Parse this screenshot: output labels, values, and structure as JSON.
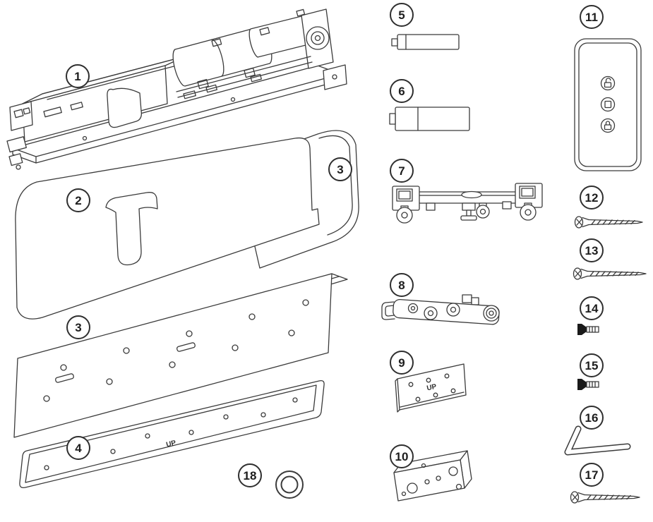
{
  "figure": {
    "type": "exploded-parts-diagram",
    "background": "#ffffff",
    "line_color": "#3b3b3b",
    "labels": {
      "p1": "1",
      "p2": "2",
      "p3_panel": "3",
      "p3_plate": "3",
      "p4": "4",
      "p5": "5",
      "p6": "6",
      "p7": "7",
      "p8": "8",
      "p9": "9",
      "p10": "10",
      "p11": "11",
      "p12": "12",
      "p13": "13",
      "p14": "14",
      "p15": "15",
      "p16": "16",
      "p17": "17",
      "p18": "18"
    },
    "texts": {
      "rail_up": "UP",
      "plate_up": "UP"
    },
    "icons": {
      "remote_buttons": [
        "unlock-icon",
        "door-icon",
        "lock-icon"
      ]
    }
  }
}
